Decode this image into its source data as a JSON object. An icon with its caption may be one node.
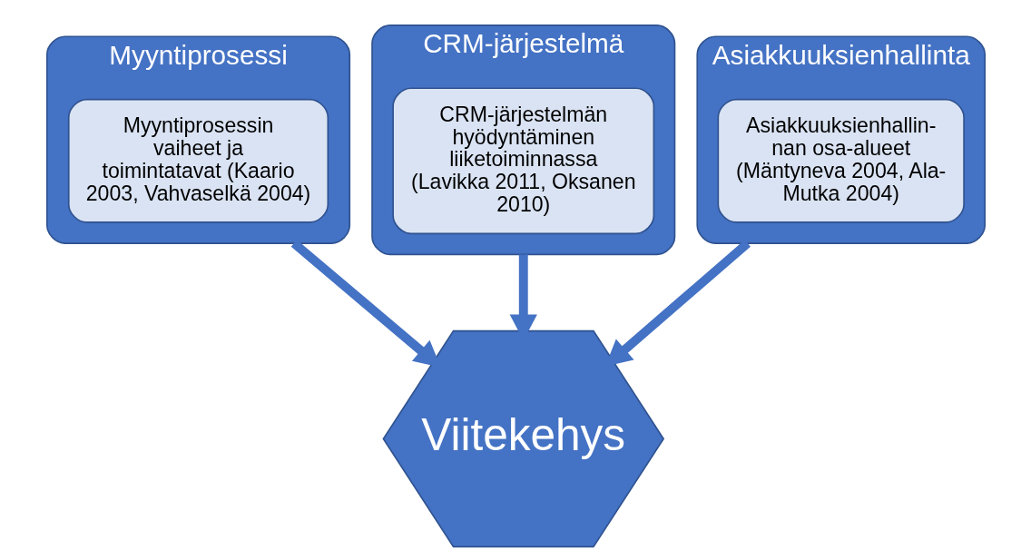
{
  "diagram": {
    "nodes": [
      {
        "text": [
          "CRM-järjestelmä"
        ]
      },
      {
        "text": [
          "CRM-järjestelmän hyödyntäminen liiketoiminnassa (Lavikka 2011, Oksanen 2010)"
        ],
        "in": 0
      },
      {
        "text": [
          "Myyntiprosessi"
        ]
      },
      {
        "text": [
          "Myyntiprosessin vaiheet ja toimintatavat (Kaario 2003, Vahvaselkä 2004)"
        ],
        "in": 2
      },
      {
        "text": [
          "Asiakkuuksienhallinta"
        ]
      },
      {
        "text": [
          "Asiakkuuksienhallin- nan osa-alueet (Mäntyneva 2004, Ala-Mutka 2004)"
        ],
        "in": 4
      },
      {
        "text": [
          "Viitekehys"
        ]
      }
    ],
    "edges": [
      {
        "from": 0,
        "to": 6,
        "arrow": "to"
      },
      {
        "from": 2,
        "to": 6,
        "arrow": "to"
      },
      {
        "from": 4,
        "to": 6,
        "arrow": "to"
      }
    ]
  }
}
